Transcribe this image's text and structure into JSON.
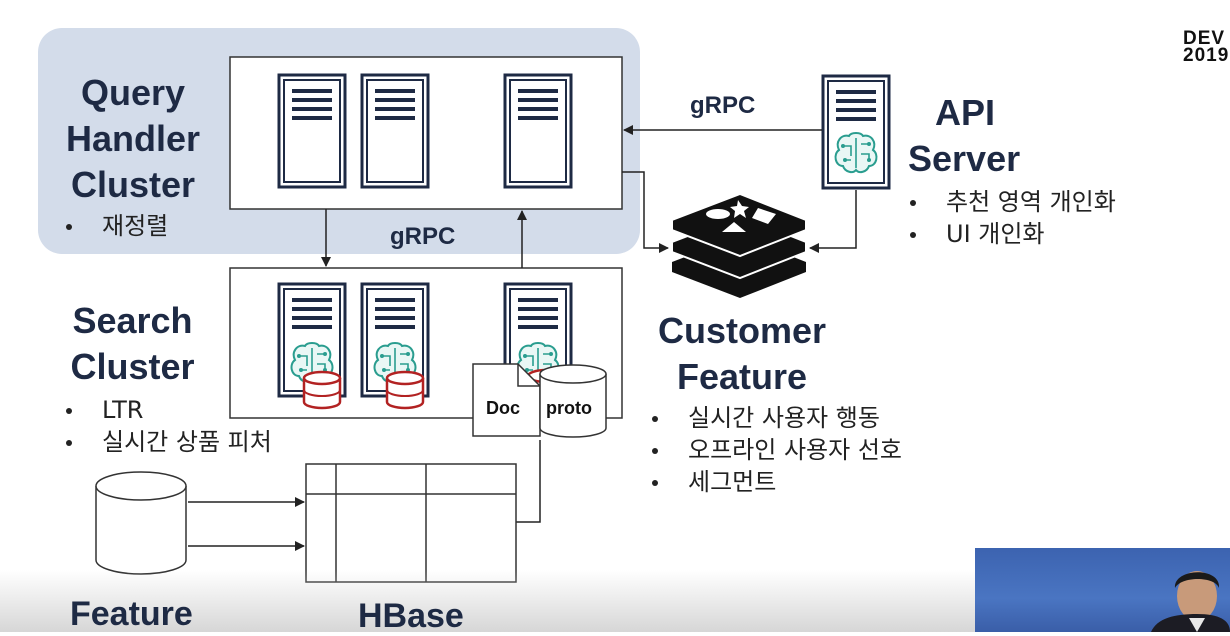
{
  "logo": {
    "line1": "DEV",
    "line2": "2019"
  },
  "query_handler": {
    "title_lines": [
      "Query",
      "Handler",
      "Cluster"
    ],
    "bullets": [
      "재정렬"
    ]
  },
  "search_cluster": {
    "title_lines": [
      "Search",
      "Cluster"
    ],
    "bullets": [
      "LTR",
      "실시간 상품 피처"
    ]
  },
  "api_server": {
    "title_lines": [
      "API",
      "Server"
    ],
    "bullets": [
      "추천 영역 개인화",
      "UI 개인화"
    ]
  },
  "customer_feature": {
    "title_lines": [
      "Customer",
      "Feature"
    ],
    "bullets": [
      "실시간 사용자 행동",
      "오프라인 사용자 선호",
      "세그먼트"
    ]
  },
  "connections": {
    "grpc_top": "gRPC",
    "grpc_middle": "gRPC"
  },
  "storage": {
    "doc_label": "Doc",
    "proto_label": "proto",
    "feature_label": "Feature",
    "hbase_label": "HBase"
  },
  "icons": {
    "server": "server-rack-icon",
    "brain": "neural-brain-icon",
    "database": "database-cylinder-icon",
    "redis": "redis-stack-icon",
    "document": "document-icon"
  },
  "colors": {
    "panel_bg": "#d3dcea",
    "title_text": "#1e2a44",
    "brain_teal": "#2a9d8f",
    "db_red": "#b22222",
    "server_stroke": "#1e2a44"
  }
}
